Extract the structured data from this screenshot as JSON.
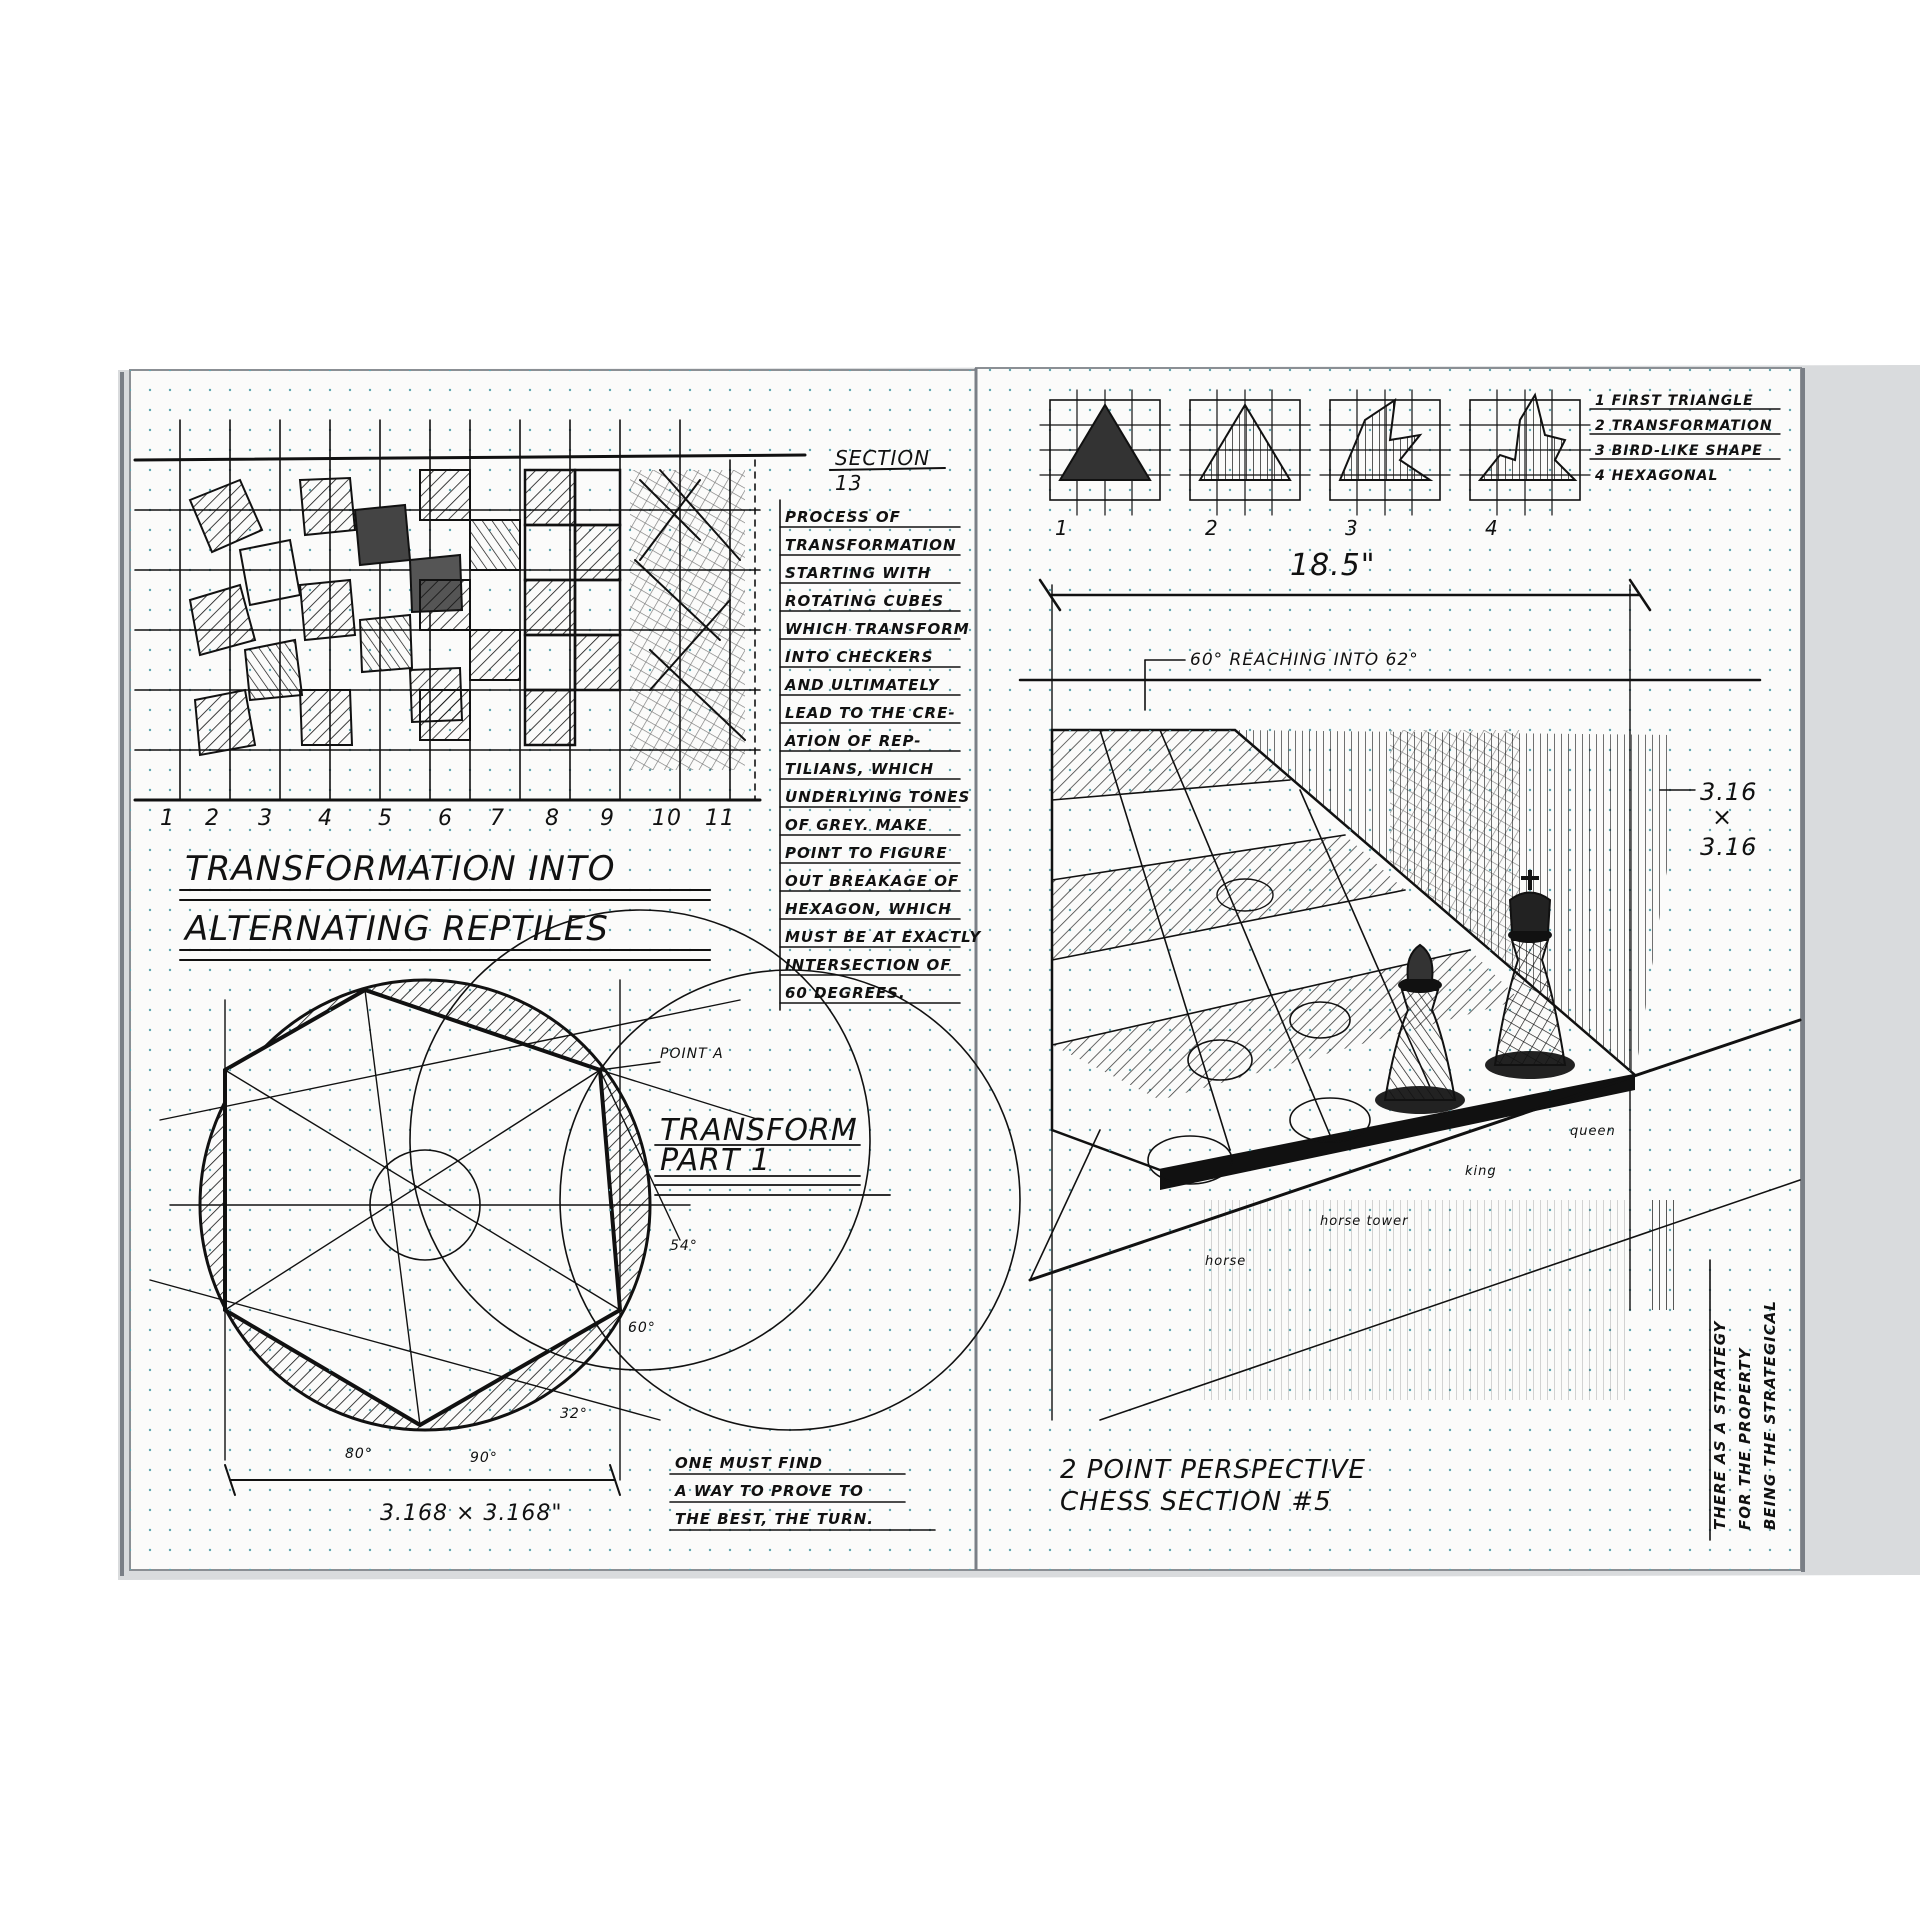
{
  "colors": {
    "paper": "#fbfbfa",
    "ink": "#111111",
    "dot": "#5aa6b0",
    "shadow": "#7a7f86"
  },
  "left_page": {
    "section_label": "SECTION",
    "section_number": "13",
    "ruler_numbers": [
      "1",
      "2",
      "3",
      "4",
      "5",
      "6",
      "7",
      "8",
      "9",
      "10",
      "11"
    ],
    "transformation_title": [
      "TRANSFORMATION INTO",
      "ALTERNATING REPTILES"
    ],
    "process_notes": [
      "PROCESS OF",
      "TRANSFORMATION",
      "STARTING WITH",
      "ROTATING CUBES",
      "WHICH TRANSFORM",
      "INTO CHECKERS",
      "AND ULTIMATELY",
      "LEAD TO THE CRE-",
      "ATION OF REP-",
      "TILIANS, WHICH",
      "UNDERLYING TONES",
      "OF GREY. MAKE",
      "POINT TO FIGURE",
      "OUT BREAKAGE OF",
      "HEXAGON, WHICH",
      "MUST BE AT EXACTLY",
      "INTERSECTION OF",
      "60 DEGREES."
    ],
    "point_label": "POINT A",
    "transform_title": [
      "TRANSFORM",
      "PART 1"
    ],
    "angles": [
      "54°",
      "60°",
      "32°",
      "80°",
      "90°"
    ],
    "dimension": "3.168 × 3.168\"",
    "bottom_note": [
      "ONE MUST FIND",
      "A WAY TO PROVE TO",
      "THE BEST, THE TURN."
    ]
  },
  "right_page": {
    "legend": [
      "1 FIRST TRIANGLE",
      "2 TRANSFORMATION",
      "3 BIRD-LIKE SHAPE",
      "4 HEXAGONAL"
    ],
    "thumb_numbers": [
      "1",
      "2",
      "3",
      "4"
    ],
    "width_dimension": "18.5\"",
    "angle_note": "60° REACHING INTO 62°",
    "square_dimension": [
      "3.16",
      "×",
      "3.16"
    ],
    "piece_labels": [
      "horse",
      "horse tower",
      "king",
      "queen"
    ],
    "caption": [
      "2 POINT PERSPECTIVE",
      "CHESS SECTION #5"
    ],
    "side_note": [
      "THERE AS A STRATEGY",
      "FOR THE PROPERTY",
      "BEING THE STRATEGICAL"
    ]
  }
}
